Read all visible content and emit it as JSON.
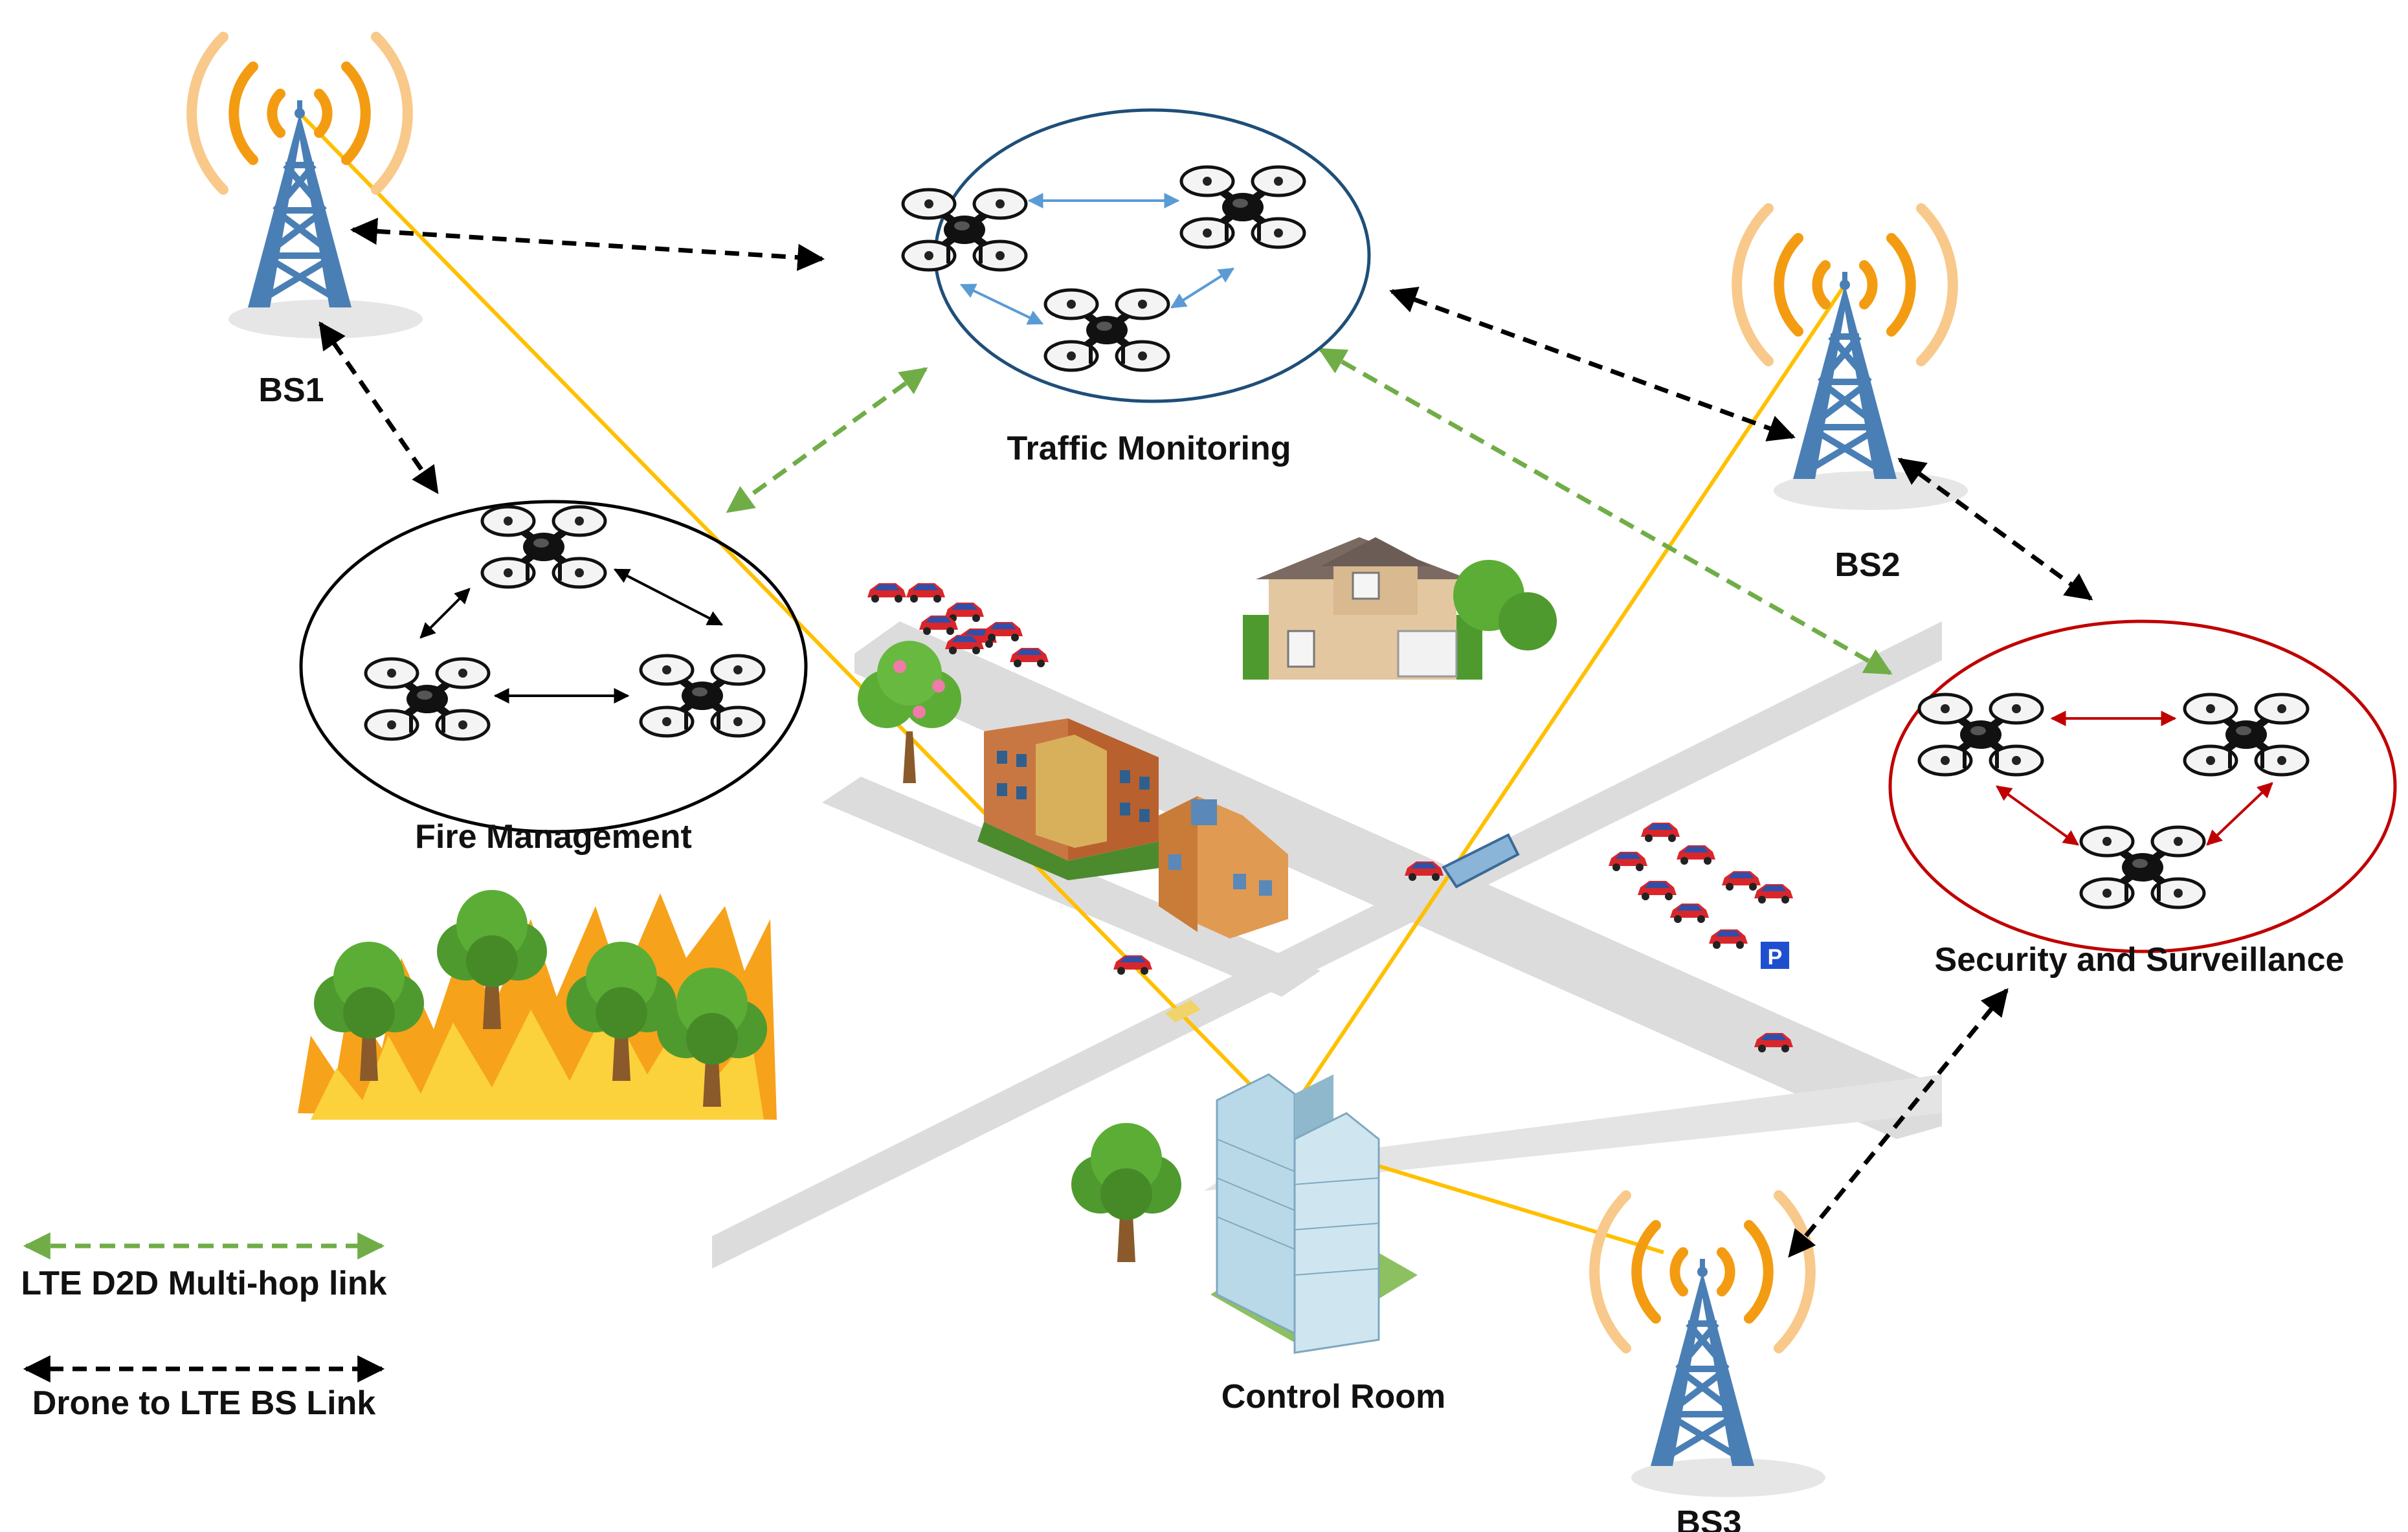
{
  "stations": [
    {
      "id": "bs1",
      "label": "BS1"
    },
    {
      "id": "bs2",
      "label": "BS2"
    },
    {
      "id": "bs3",
      "label": "BS3"
    }
  ],
  "clusters": [
    {
      "id": "traffic",
      "label": "Traffic Monitoring",
      "color": "#1f4e79",
      "link_color": "#5b9bd5"
    },
    {
      "id": "fire",
      "label": "Fire Management",
      "color": "#000000",
      "link_color": "#000000"
    },
    {
      "id": "security",
      "label": "Security and Surveillance",
      "color": "#c00000",
      "link_color": "#c00000"
    }
  ],
  "control_room": {
    "label": "Control Room"
  },
  "parking_sign": "P",
  "legend": [
    {
      "label": "LTE D2D Multi-hop link",
      "color": "#70ad47",
      "style": "dashed"
    },
    {
      "label": "Drone to LTE BS Link",
      "color": "#000000",
      "style": "dashed"
    }
  ],
  "colors": {
    "backhaul": "#ffc000",
    "tower": "#4a7fb5",
    "signal_wave": "#f39c12",
    "road": "#dcdcdc"
  }
}
